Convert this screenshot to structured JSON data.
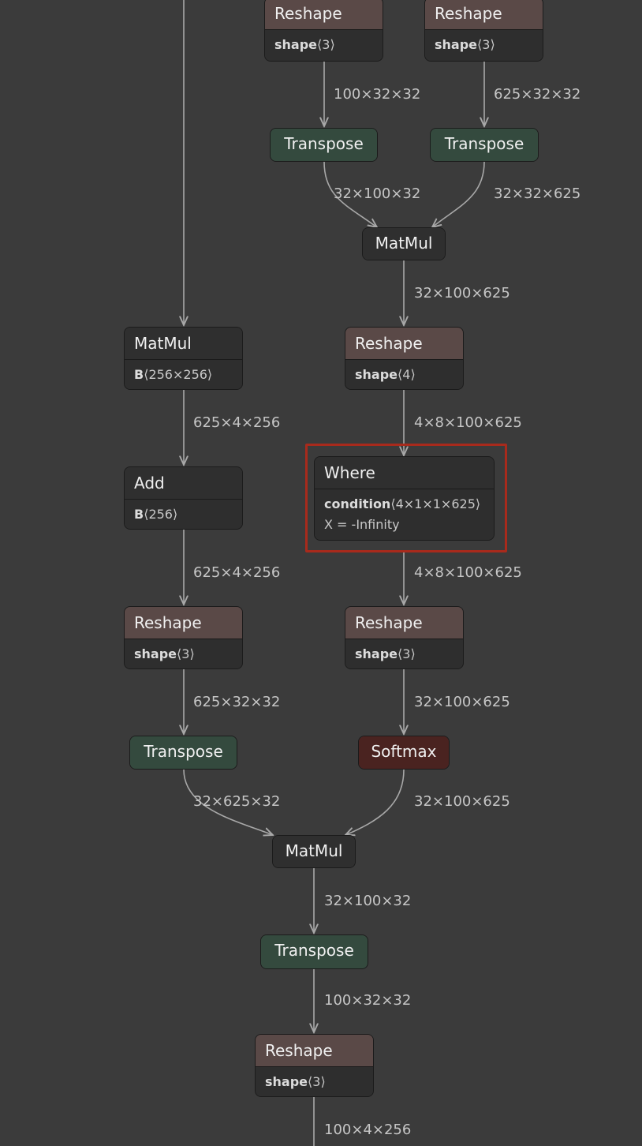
{
  "nodes": {
    "reshape_top_a": {
      "title": "Reshape",
      "attr_name": "shape",
      "attr_value": "⟨3⟩"
    },
    "reshape_top_b": {
      "title": "Reshape",
      "attr_name": "shape",
      "attr_value": "⟨3⟩"
    },
    "transpose_a": {
      "title": "Transpose"
    },
    "transpose_b": {
      "title": "Transpose"
    },
    "matmul_qk": {
      "title": "MatMul"
    },
    "matmul_b": {
      "title": "MatMul",
      "attr_name": "B",
      "attr_value": "⟨256×256⟩"
    },
    "reshape_4": {
      "title": "Reshape",
      "attr_name": "shape",
      "attr_value": "⟨4⟩"
    },
    "add": {
      "title": "Add",
      "attr_name": "B",
      "attr_value": "⟨256⟩"
    },
    "where": {
      "title": "Where",
      "attr_name": "condition",
      "attr_value": "⟨4×1×1×625⟩",
      "attr2": "X = -Infinity"
    },
    "reshape_left": {
      "title": "Reshape",
      "attr_name": "shape",
      "attr_value": "⟨3⟩"
    },
    "reshape_right": {
      "title": "Reshape",
      "attr_name": "shape",
      "attr_value": "⟨3⟩"
    },
    "transpose_left": {
      "title": "Transpose"
    },
    "softmax": {
      "title": "Softmax"
    },
    "matmul_av": {
      "title": "MatMul"
    },
    "transpose_out": {
      "title": "Transpose"
    },
    "reshape_out": {
      "title": "Reshape",
      "attr_name": "shape",
      "attr_value": "⟨3⟩"
    }
  },
  "edges": {
    "e1": "100×32×32",
    "e2": "625×32×32",
    "e3": "32×100×32",
    "e4": "32×32×625",
    "e5": "32×100×625",
    "e6": "625×4×256",
    "e7": "4×8×100×625",
    "e8": "625×4×256",
    "e9": "4×8×100×625",
    "e10": "625×32×32",
    "e11": "32×100×625",
    "e12": "32×625×32",
    "e13": "32×100×625",
    "e14": "32×100×32",
    "e15": "100×32×32",
    "e16": "100×4×256"
  },
  "colors": {
    "background": "#3b3b3b",
    "reshape_header": "#5a4947",
    "transpose": "#344a3e",
    "softmax": "#4a2320",
    "highlight": "#a82a1c"
  }
}
